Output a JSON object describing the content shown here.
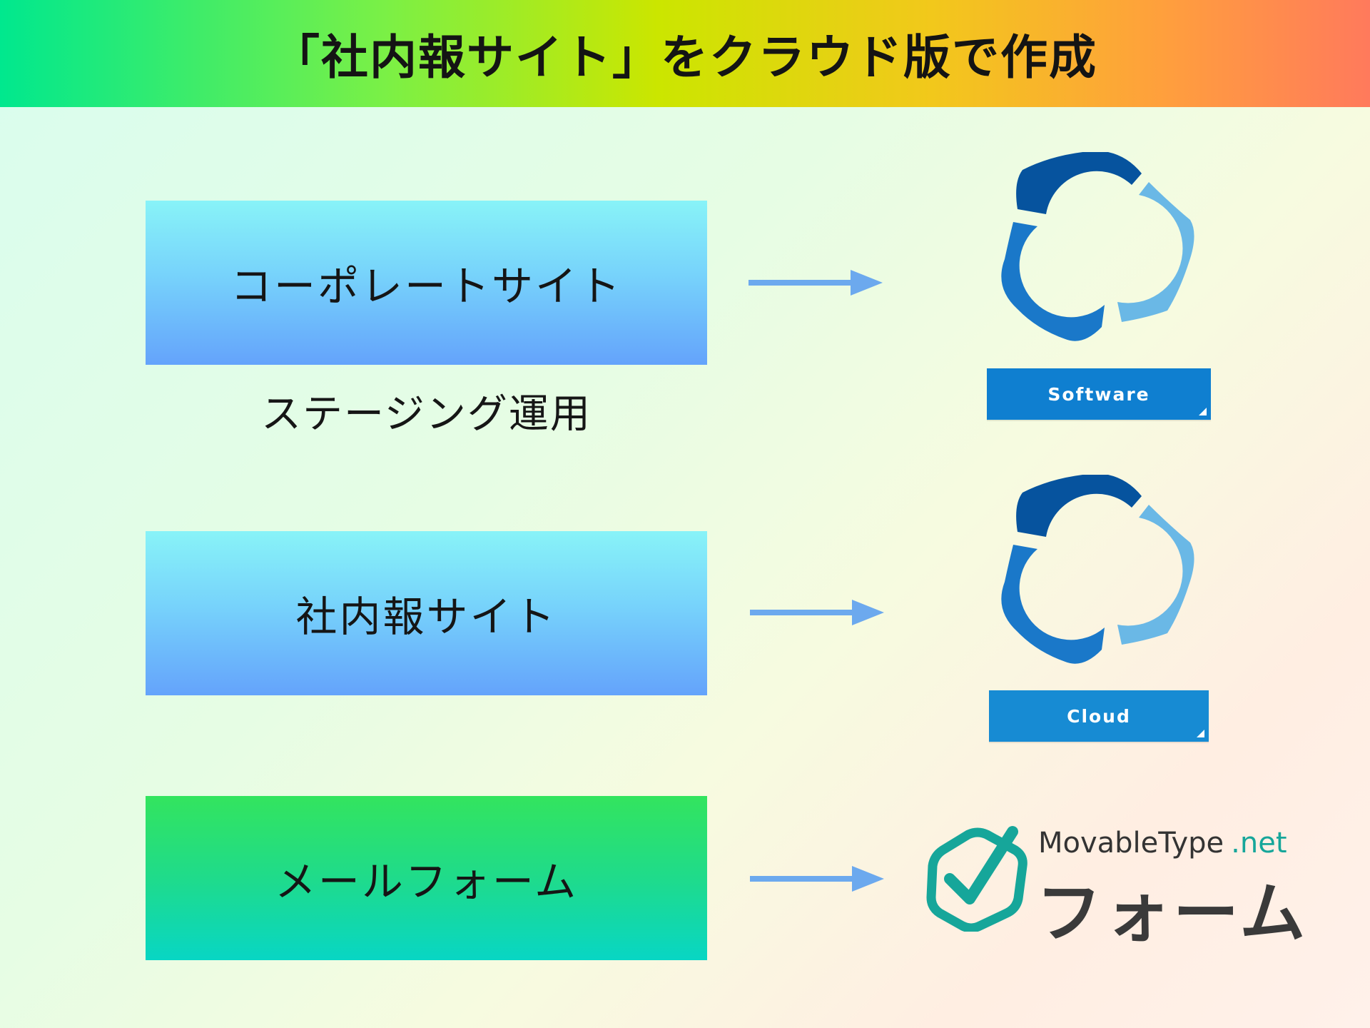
{
  "header": {
    "title": "「社内報サイト」をクラウド版で作成"
  },
  "rows": [
    {
      "label": "コーポレートサイト",
      "note": "ステージング運用",
      "target": {
        "kind": "product-logo",
        "edition": "Software"
      }
    },
    {
      "label": "社内報サイト",
      "target": {
        "kind": "product-logo",
        "edition": "Cloud"
      }
    },
    {
      "label": "メールフォーム",
      "target": {
        "kind": "form-logo",
        "brand": "MovableType",
        "suffix": ".net",
        "name": "フォーム"
      }
    }
  ],
  "colors": {
    "logo_dark": "#06539e",
    "logo_mid": "#1a78c9",
    "logo_light": "#6ab8e6",
    "badge": "#0f7fd0",
    "arrow": "#6ca9ee",
    "form_teal": "#16a69a"
  }
}
